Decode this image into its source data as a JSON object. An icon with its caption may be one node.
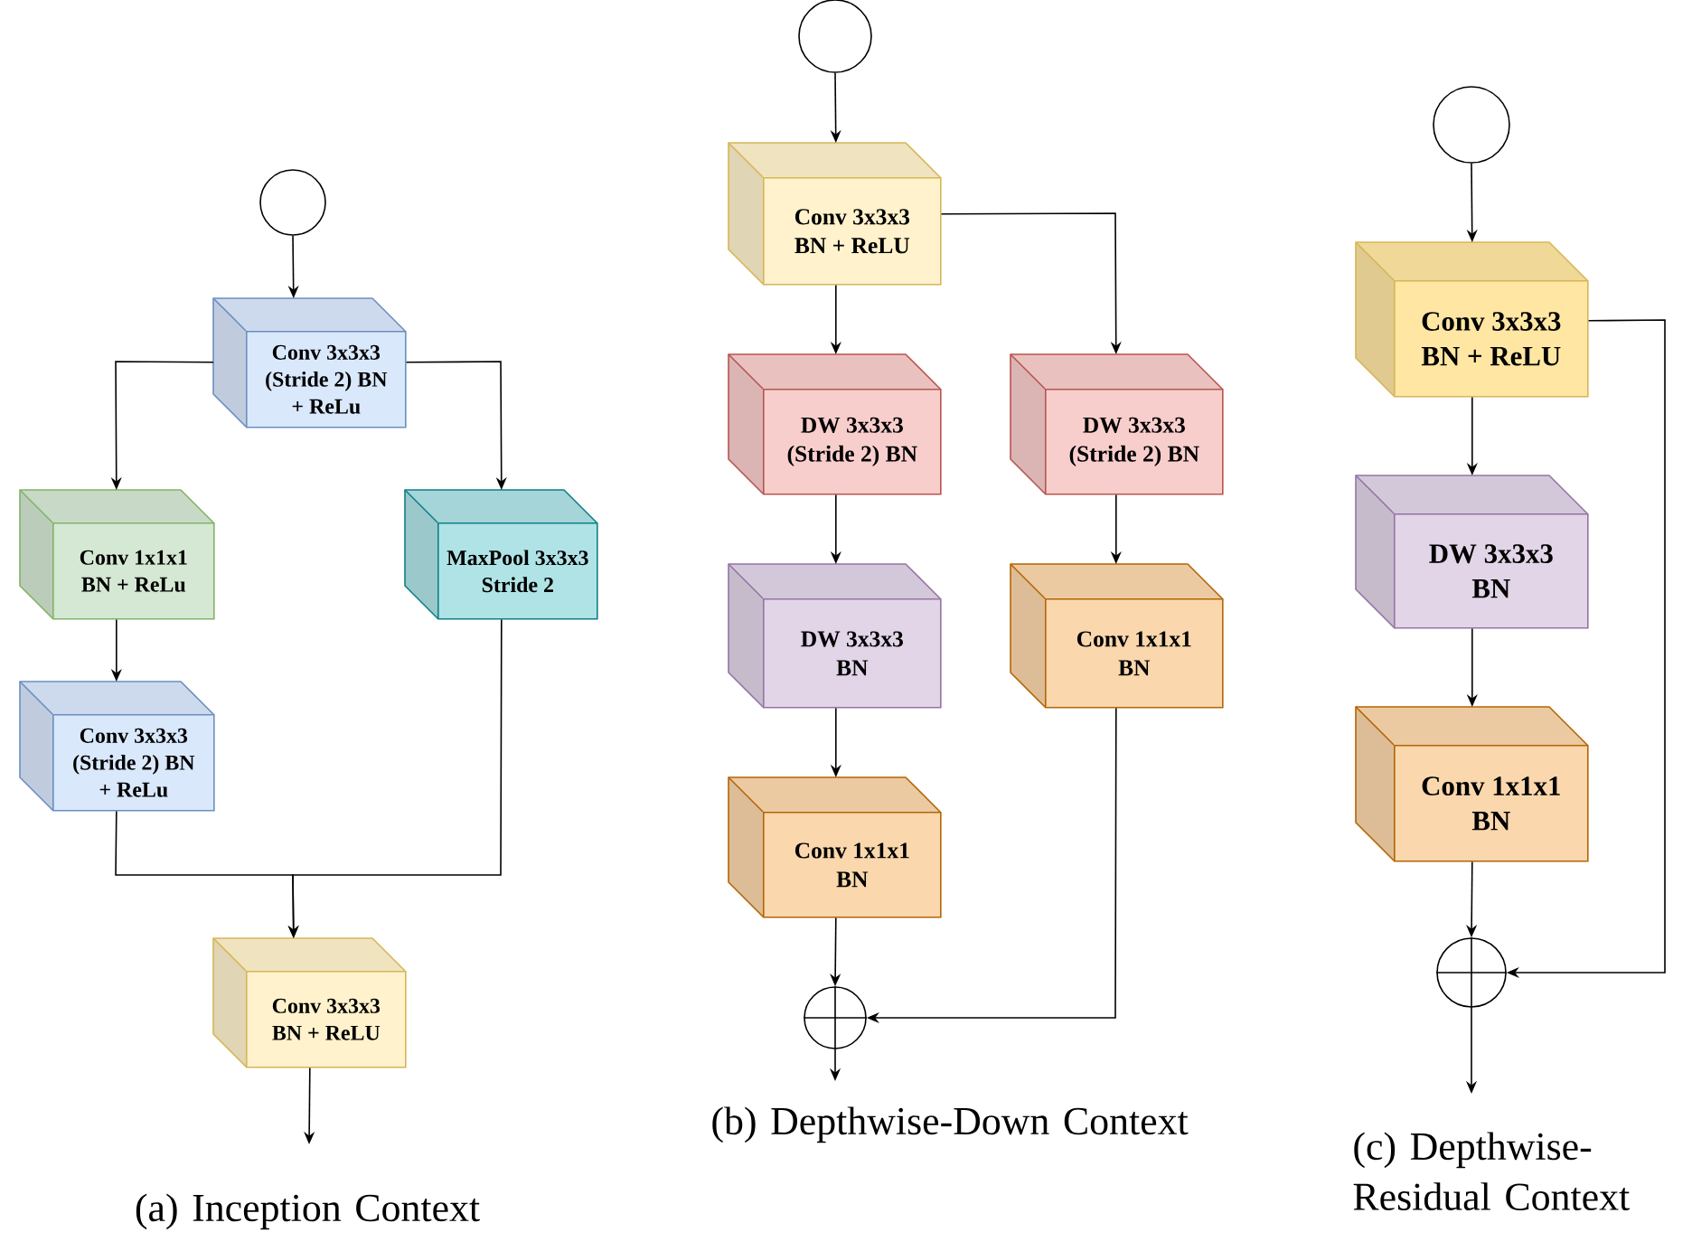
{
  "diagram": {
    "nodes": [
      {
        "text": [],
        "shape": "circle"
      },
      {
        "text": [
          "Conv 3x3x3 (Stride 2) BN + ReLu"
        ]
      },
      {
        "text": [
          "Conv 1x1x1 BN + ReLu"
        ]
      },
      {
        "text": [
          "MaxPool 3x3x3 Stride 2"
        ]
      },
      {
        "text": [
          "Conv 3x3x3 (Stride 2) BN + ReLu"
        ]
      },
      {
        "text": [
          "Conv 3x3x3 BN + ReLU"
        ]
      },
      {
        "text": [],
        "shape": "circle"
      },
      {
        "text": [
          "Conv 3x3x3 BN + ReLU"
        ]
      },
      {
        "text": [
          "DW 3x3x3 (Stride 2) BN"
        ]
      },
      {
        "text": [
          "DW 3x3x3 (Stride 2) BN"
        ]
      },
      {
        "text": [
          "DW 3x3x3 BN"
        ]
      },
      {
        "text": [
          "Conv 1x1x1 BN"
        ]
      },
      {
        "text": [
          "Conv 1x1x1 BN"
        ]
      },
      {
        "text": [],
        "shape": "adder"
      },
      {
        "text": [],
        "shape": "circle"
      },
      {
        "text": [
          "Conv 3x3x3 BN + ReLU"
        ]
      },
      {
        "text": [
          "DW 3x3x3 BN"
        ]
      },
      {
        "text": [
          "Conv 1x1x1 BN"
        ]
      },
      {
        "text": [],
        "shape": "adder"
      }
    ],
    "edges": [
      {
        "from": 0,
        "to": 1,
        "arrow": "to"
      },
      {
        "from": 1,
        "to": 2,
        "arrow": "to"
      },
      {
        "from": 1,
        "to": 3,
        "arrow": "to"
      },
      {
        "from": 2,
        "to": 4,
        "arrow": "to"
      },
      {
        "from": 4,
        "to": 5,
        "arrow": "to"
      },
      {
        "from": 3,
        "to": 5,
        "arrow": "to"
      },
      {
        "from": 5,
        "to": null,
        "arrow": "to"
      },
      {
        "from": 6,
        "to": 7,
        "arrow": "to"
      },
      {
        "from": 7,
        "to": 8,
        "arrow": "to"
      },
      {
        "from": 7,
        "to": 9,
        "arrow": "to"
      },
      {
        "from": 8,
        "to": 10,
        "arrow": "to"
      },
      {
        "from": 9,
        "to": 11,
        "arrow": "to"
      },
      {
        "from": 10,
        "to": 12,
        "arrow": "to"
      },
      {
        "from": 12,
        "to": 13,
        "arrow": "to"
      },
      {
        "from": 11,
        "to": 13,
        "arrow": "to"
      },
      {
        "from": 13,
        "to": null,
        "arrow": "to"
      },
      {
        "from": 14,
        "to": 15,
        "arrow": "to"
      },
      {
        "from": 15,
        "to": 16,
        "arrow": "to"
      },
      {
        "from": 16,
        "to": 17,
        "arrow": "to"
      },
      {
        "from": 17,
        "to": 18,
        "arrow": "to"
      },
      {
        "from": 15,
        "to": 18,
        "arrow": "to"
      },
      {
        "from": 18,
        "to": null,
        "arrow": "to"
      }
    ],
    "labels": [
      "(a) Inception Context",
      "(b) Depthwise-Down Context",
      "(c) Depthwise-Residual Context"
    ]
  }
}
